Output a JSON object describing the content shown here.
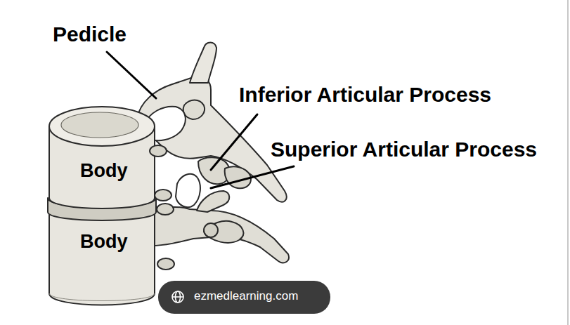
{
  "diagram": {
    "labels": [
      "Pedicle",
      "Inferior Articular Process",
      "Superior Articular Process",
      "Body",
      "Body",
      "ezmedlearning.com"
    ]
  }
}
